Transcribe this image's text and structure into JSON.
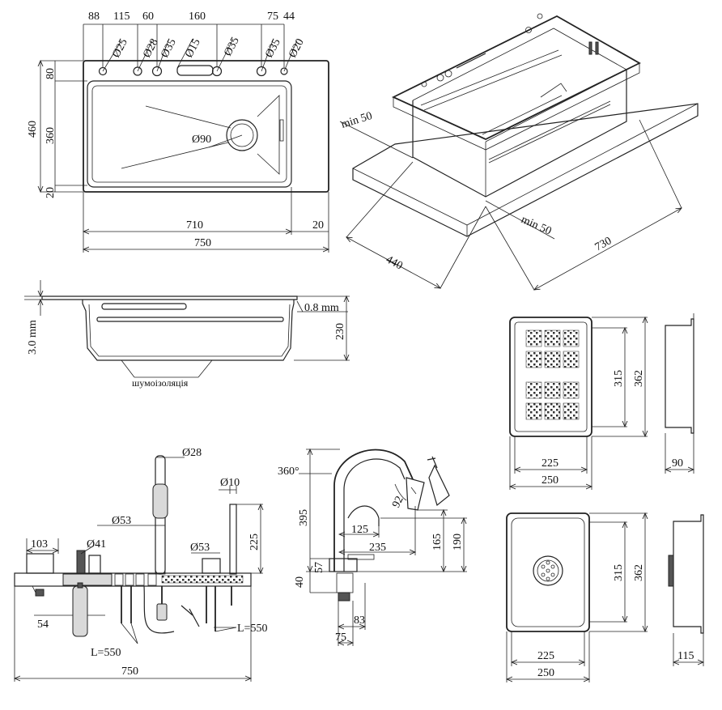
{
  "top_view": {
    "hole_spacings": [
      "88",
      "115",
      "60",
      "160",
      "75",
      "44"
    ],
    "hole_diameters": [
      "Ø25",
      "Ø28",
      "Ø35",
      "Ø15",
      "Ø35",
      "Ø35",
      "Ø20"
    ],
    "drain_diameter": "Ø90",
    "height_total": "460",
    "height_top": "80",
    "height_bowl": "360",
    "height_bottom": "20",
    "width_bowl": "710",
    "width_side": "20",
    "width_total": "750"
  },
  "iso_view": {
    "min_left": "min 50",
    "min_right": "min 50",
    "depth": "440",
    "length": "730"
  },
  "section_view": {
    "thickness": "3.0 mm",
    "sheet": "0.8 mm",
    "height": "230",
    "insulation": "шумоізоляція"
  },
  "insert_tray": {
    "height_inner": "315",
    "height_outer": "362",
    "width_inner": "225",
    "width_outer": "250",
    "depth": "90"
  },
  "colander": {
    "height_inner": "315",
    "height_outer": "362",
    "width_inner": "225",
    "width_outer": "250",
    "depth": "115"
  },
  "accessories": {
    "pillar_diameter": "Ø28",
    "soap_width": "103",
    "soap_diameter": "Ø41",
    "hole_left": "Ø53",
    "hole_right": "Ø53",
    "rod_diameter": "Ø10",
    "rod_height": "225",
    "bottle_width": "54",
    "hose_left": "L=550",
    "hose_right": "L=550",
    "total_width": "750"
  },
  "faucet": {
    "rotation": "360°",
    "height": "395",
    "spray_angle": "92",
    "reach_inner": "125",
    "reach_outer": "235",
    "spout_165": "165",
    "spout_190": "190",
    "base_57": "57",
    "base_40": "40",
    "shank_83": "83",
    "shank_75": "75"
  }
}
